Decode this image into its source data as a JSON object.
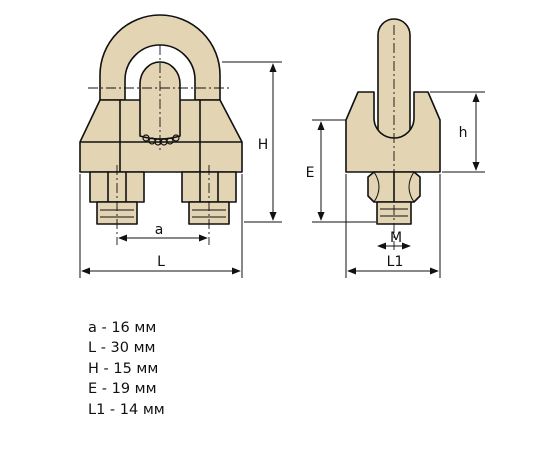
{
  "labels": {
    "a": "a",
    "L": "L",
    "H": "H",
    "E": "E",
    "h": "h",
    "M": "M",
    "L1": "L1"
  },
  "fill_color": "#e3d5b4",
  "line_color": "#111111",
  "specs": [
    "a - 16 мм",
    "L - 30 мм",
    "H - 15 мм",
    "E - 19 мм",
    "L1 - 14 мм"
  ]
}
